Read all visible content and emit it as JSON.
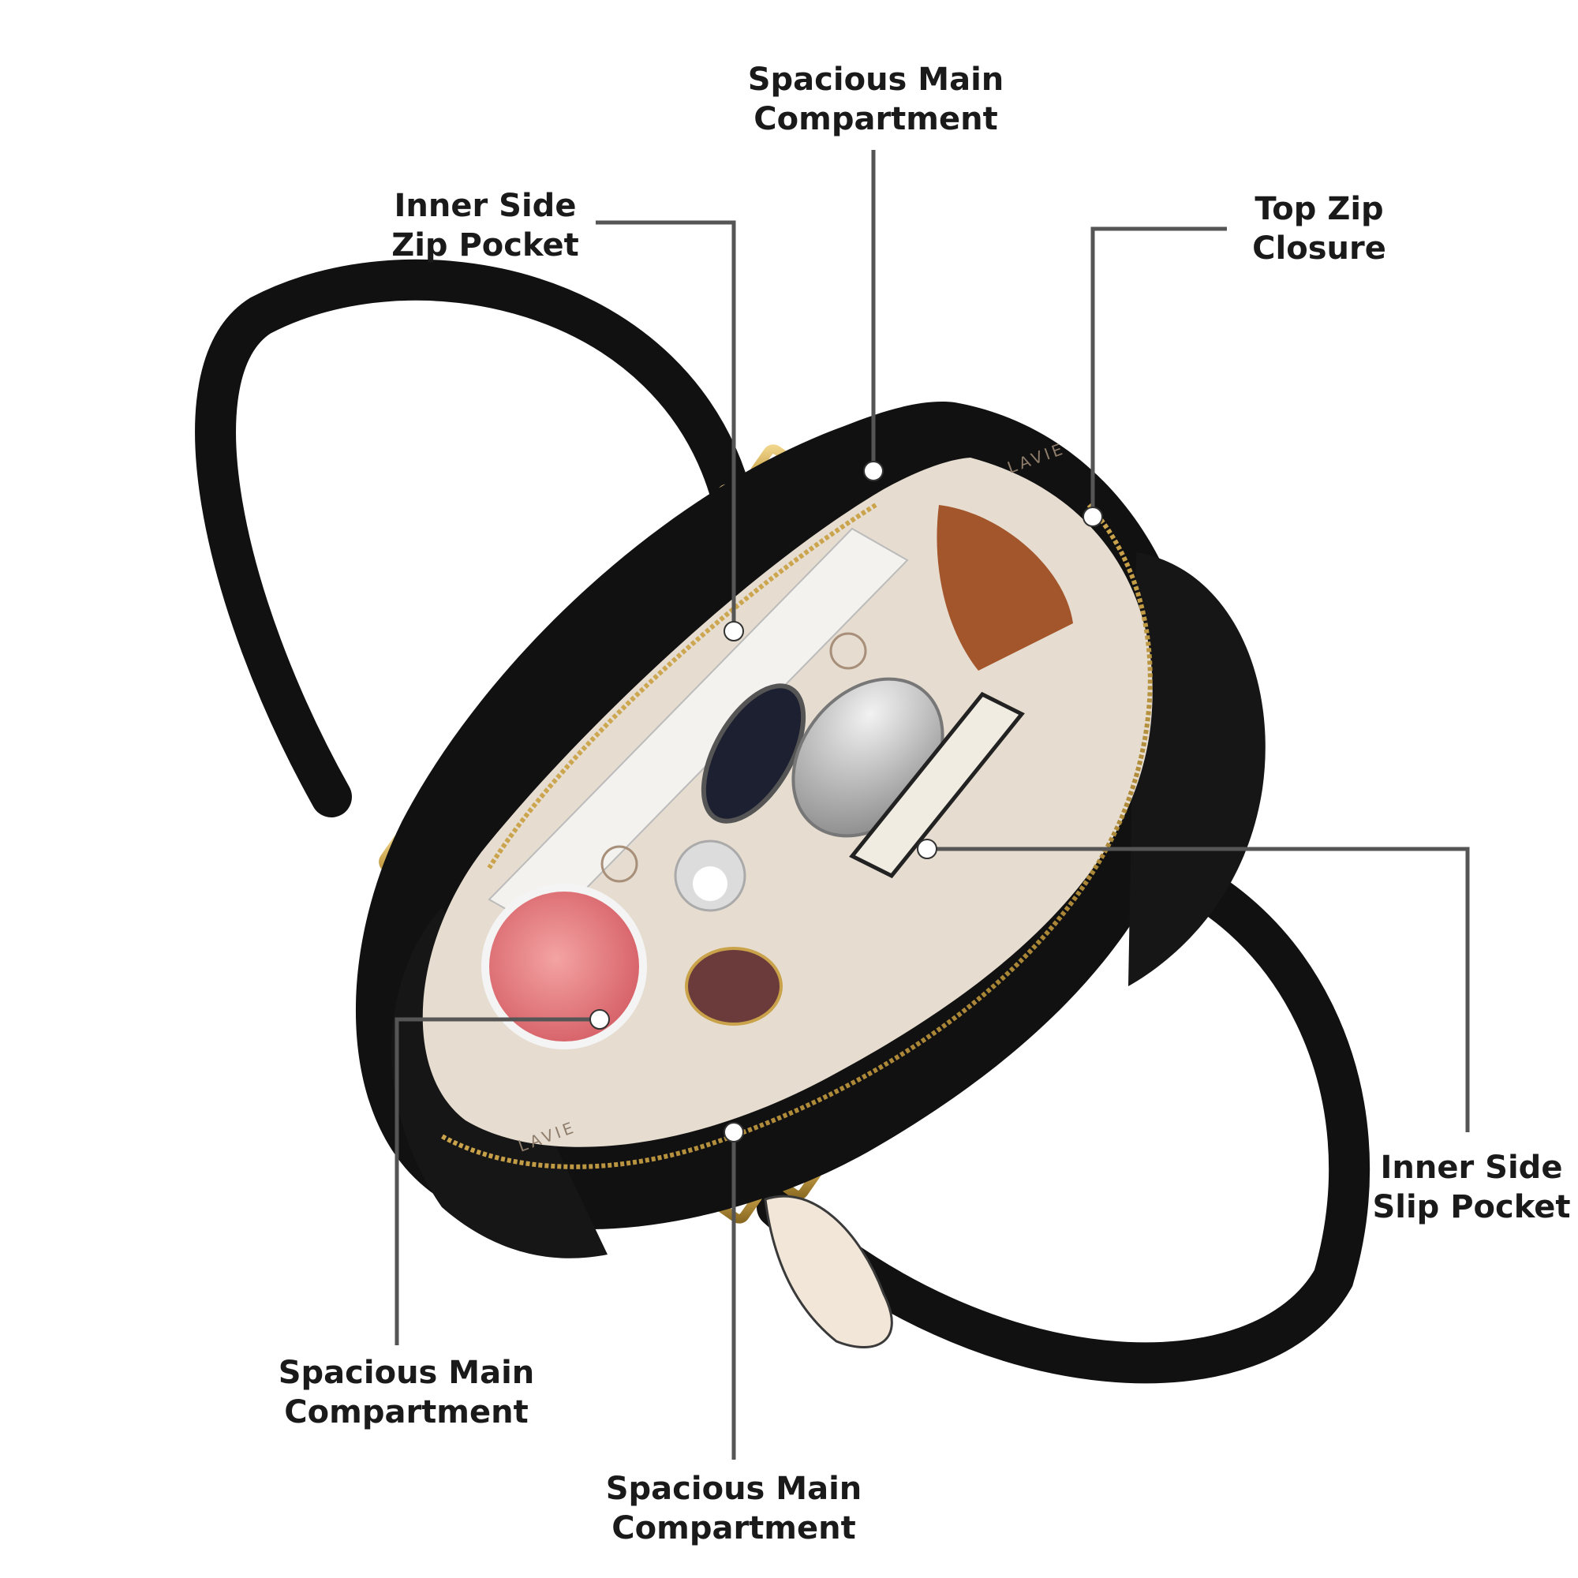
{
  "callouts": {
    "main_top": {
      "line1": "Spacious Main",
      "line2": "Compartment"
    },
    "inner_zip": {
      "line1": "Inner Side",
      "line2": "Zip Pocket"
    },
    "top_zip": {
      "line1": "Top Zip",
      "line2": "Closure"
    },
    "inner_slip": {
      "line1": "Inner Side",
      "line2": "Slip Pocket"
    },
    "main_left": {
      "line1": "Spacious Main",
      "line2": "Compartment"
    },
    "main_bottom": {
      "line1": "Spacious Main",
      "line2": "Compartment"
    }
  },
  "product": {
    "lining_brand": "LAVIE",
    "lining_logo": "lavie-monogram-icon"
  },
  "colors": {
    "leather": "#111111",
    "lining": "#e6ddd0",
    "hardware": "#c9a24a",
    "leader_line": "#555555",
    "marker": "#ffffff"
  }
}
